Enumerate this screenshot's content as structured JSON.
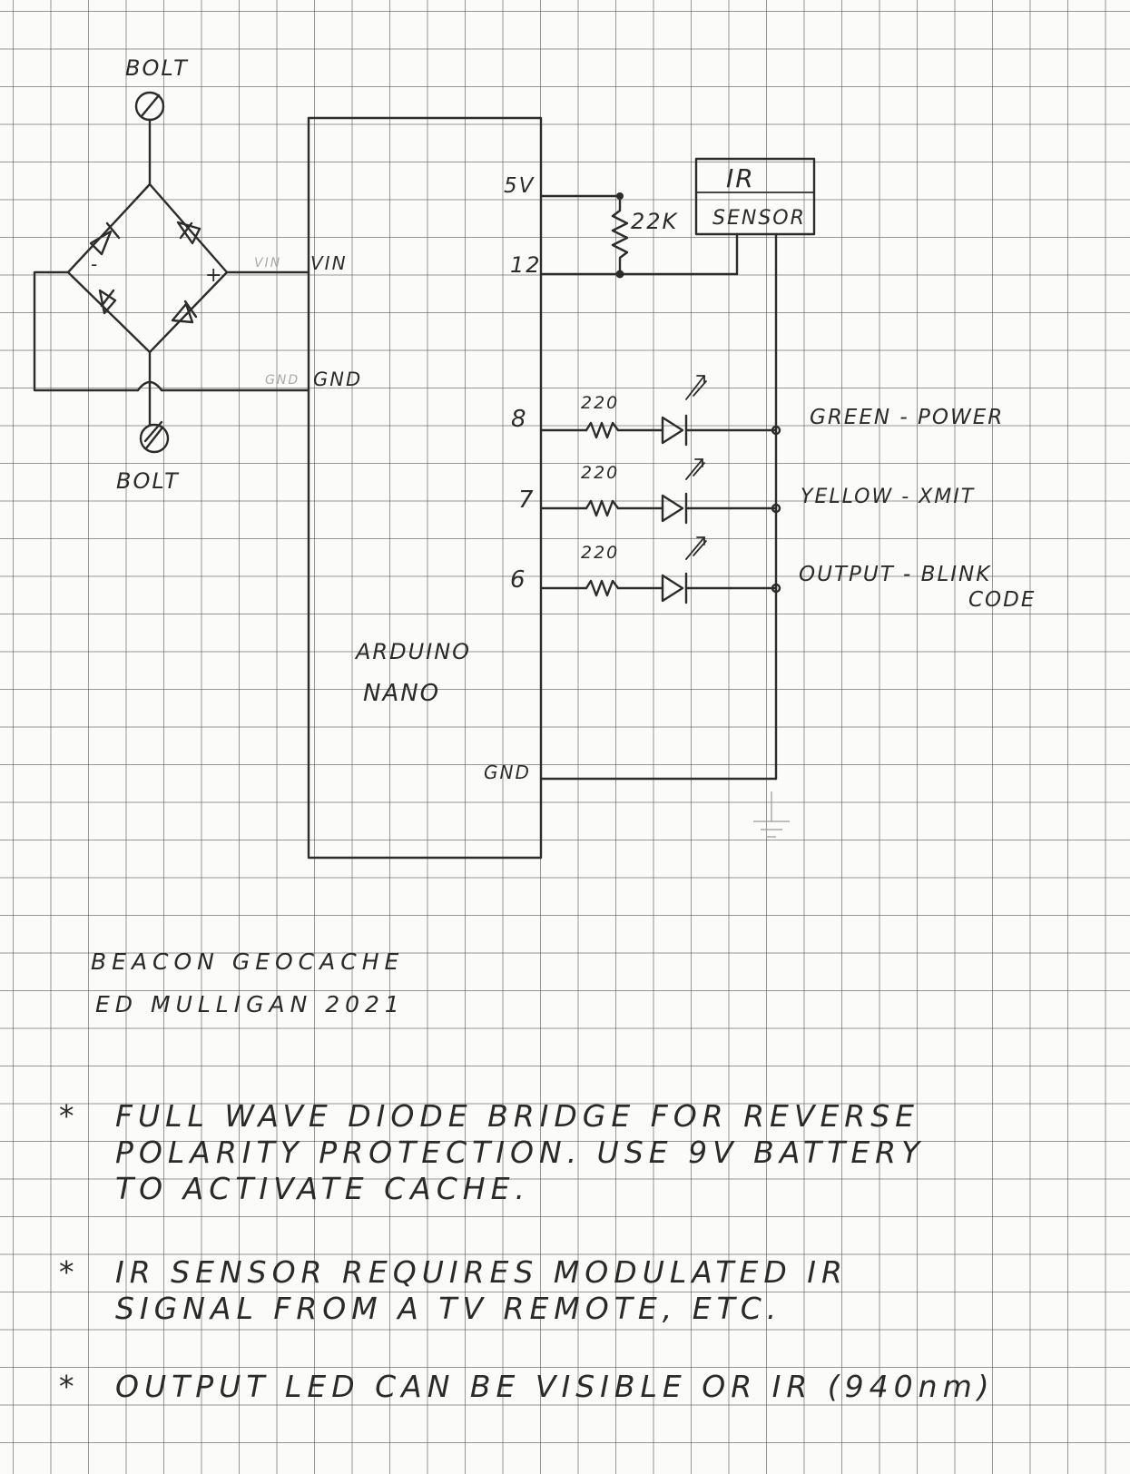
{
  "labels": {
    "bolt_top": "BOLT",
    "bolt_bottom": "BOLT",
    "bridge_minus": "-",
    "bridge_plus": "+",
    "vin_faint": "VIN",
    "vin": "VIN",
    "gnd_faint": "GND",
    "gnd": "GND",
    "pin_5v": "5V",
    "pin_12": "12",
    "pin_8": "8",
    "pin_7": "7",
    "pin_6": "6",
    "pin_gnd": "GND",
    "resistor_pullup": "22K",
    "r_220_a": "220",
    "r_220_b": "220",
    "r_220_c": "220",
    "ir_sensor_line1": "IR",
    "ir_sensor_line2": "SENSOR",
    "led_green": "GREEN  -  POWER",
    "led_yellow": "YELLOW - XMIT",
    "led_output_line1": "OUTPUT  -  BLINK",
    "led_output_line2": "CODE",
    "nano_line1": "ARDUINO",
    "nano_line2": "NANO"
  },
  "credit": {
    "line1": "BEACON   GEOCACHE",
    "line2": "ED  MULLIGAN   2021"
  },
  "notes": [
    {
      "star": "*",
      "text": "FULL WAVE DIODE BRIDGE FOR REVERSE\nPOLARITY  PROTECTION.  USE  9V BATTERY\nTO  ACTIVATE  CACHE."
    },
    {
      "star": "*",
      "text": "IR  SENSOR  REQUIRES  MODULATED  IR\nSIGNAL  FROM  A  TV  REMOTE,  ETC."
    },
    {
      "star": "*",
      "text": "OUTPUT  LED  CAN  BE  VISIBLE  OR  IR  (940nm)"
    }
  ]
}
